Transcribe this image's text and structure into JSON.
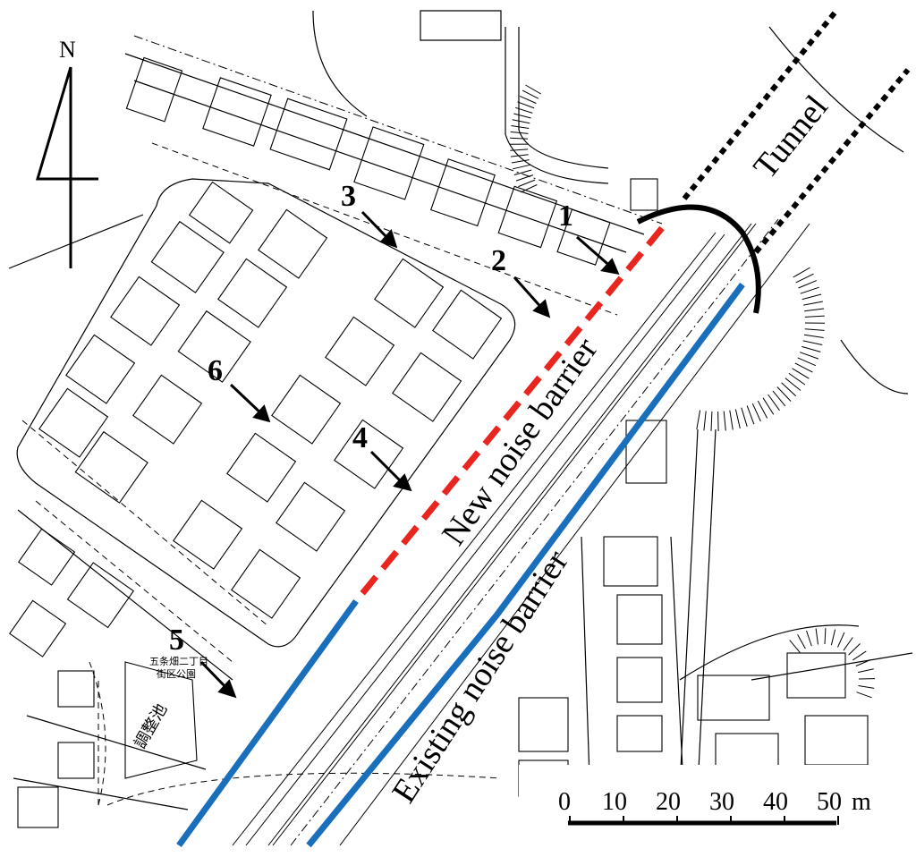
{
  "north_arrow": {
    "label": "N"
  },
  "labels": {
    "tunnel": "Tunnel",
    "new_barrier": "New noise barrier",
    "existing_barrier": "Existing noise barrier",
    "park_name_line1": "五条畑二丁目",
    "park_name_line2": "街区公園",
    "pond": "調整池"
  },
  "points": [
    {
      "id": "1",
      "label": "1"
    },
    {
      "id": "2",
      "label": "2"
    },
    {
      "id": "3",
      "label": "3"
    },
    {
      "id": "4",
      "label": "4"
    },
    {
      "id": "5",
      "label": "5"
    },
    {
      "id": "6",
      "label": "6"
    }
  ],
  "scale_bar": {
    "ticks": [
      "0",
      "10",
      "20",
      "30",
      "40",
      "50"
    ],
    "unit": "m",
    "length_m": 50
  },
  "colors": {
    "new_barrier": "#e8251f",
    "existing_barrier": "#1a6fbd",
    "map_lines": "#000000",
    "background": "#ffffff"
  }
}
